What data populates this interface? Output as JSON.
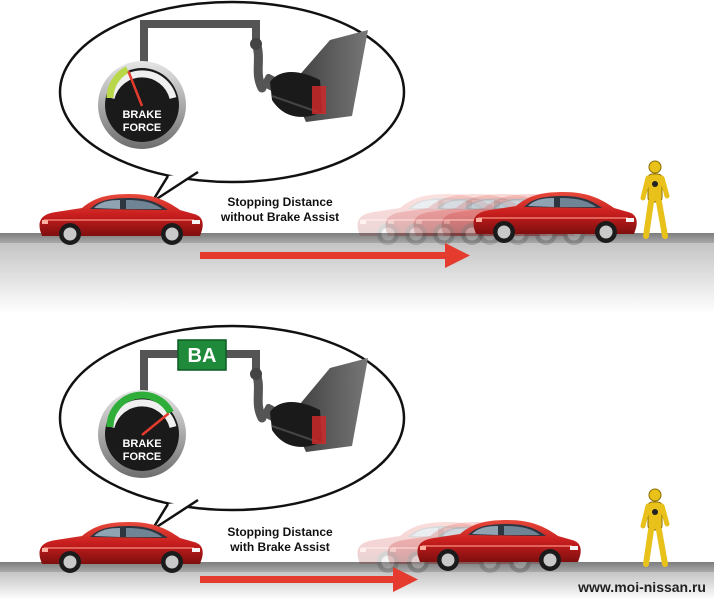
{
  "panels": [
    {
      "id": "without",
      "caption_line1": "Stopping Distance",
      "caption_line2": "without Brake Assist",
      "gauge_fraction": 0.35,
      "gauge_text_1": "BRAKE",
      "gauge_text_2": "FORCE",
      "ghost_count": 4
    },
    {
      "id": "with",
      "caption_line1": "Stopping Distance",
      "caption_line2": "with Brake Assist",
      "gauge_fraction": 0.85,
      "gauge_text_1": "BRAKE",
      "gauge_text_2": "FORCE",
      "badge": "BA",
      "ghost_count": 2
    }
  ],
  "watermark": "www.moi-nissan.ru",
  "colors": {
    "car": "#c81e1e",
    "arrow": "#e53b2e",
    "road": "#8f8f8f",
    "badge": "#1f8a3a",
    "dummy": "#e8c21a"
  }
}
